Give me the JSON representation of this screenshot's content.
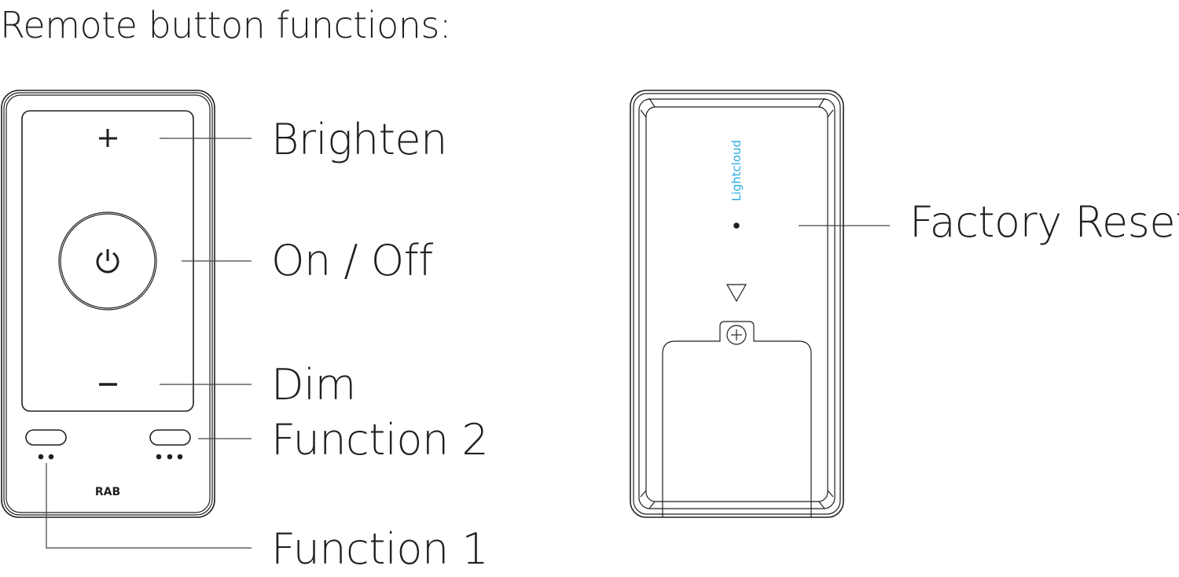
{
  "title": "Remote button functions:",
  "front_remote": {
    "brand": "RAB",
    "buttons": {
      "brighten_icon": "plus-icon",
      "power_icon": "power-icon",
      "dim_icon": "minus-icon",
      "function1_dots": 2,
      "function2_dots": 3
    }
  },
  "back_remote": {
    "brand": "Lightcloud",
    "brand_color": "#29abe2",
    "reset_icon": "reset-pinhole-icon",
    "arrow_icon": "triangle-down-icon",
    "screw_icon": "screw-icon"
  },
  "labels": {
    "brighten": "Brighten",
    "on_off": "On / Off",
    "dim": "Dim",
    "function2": "Function 2",
    "function1": "Function 1",
    "factory_reset": "Factory Reset"
  }
}
